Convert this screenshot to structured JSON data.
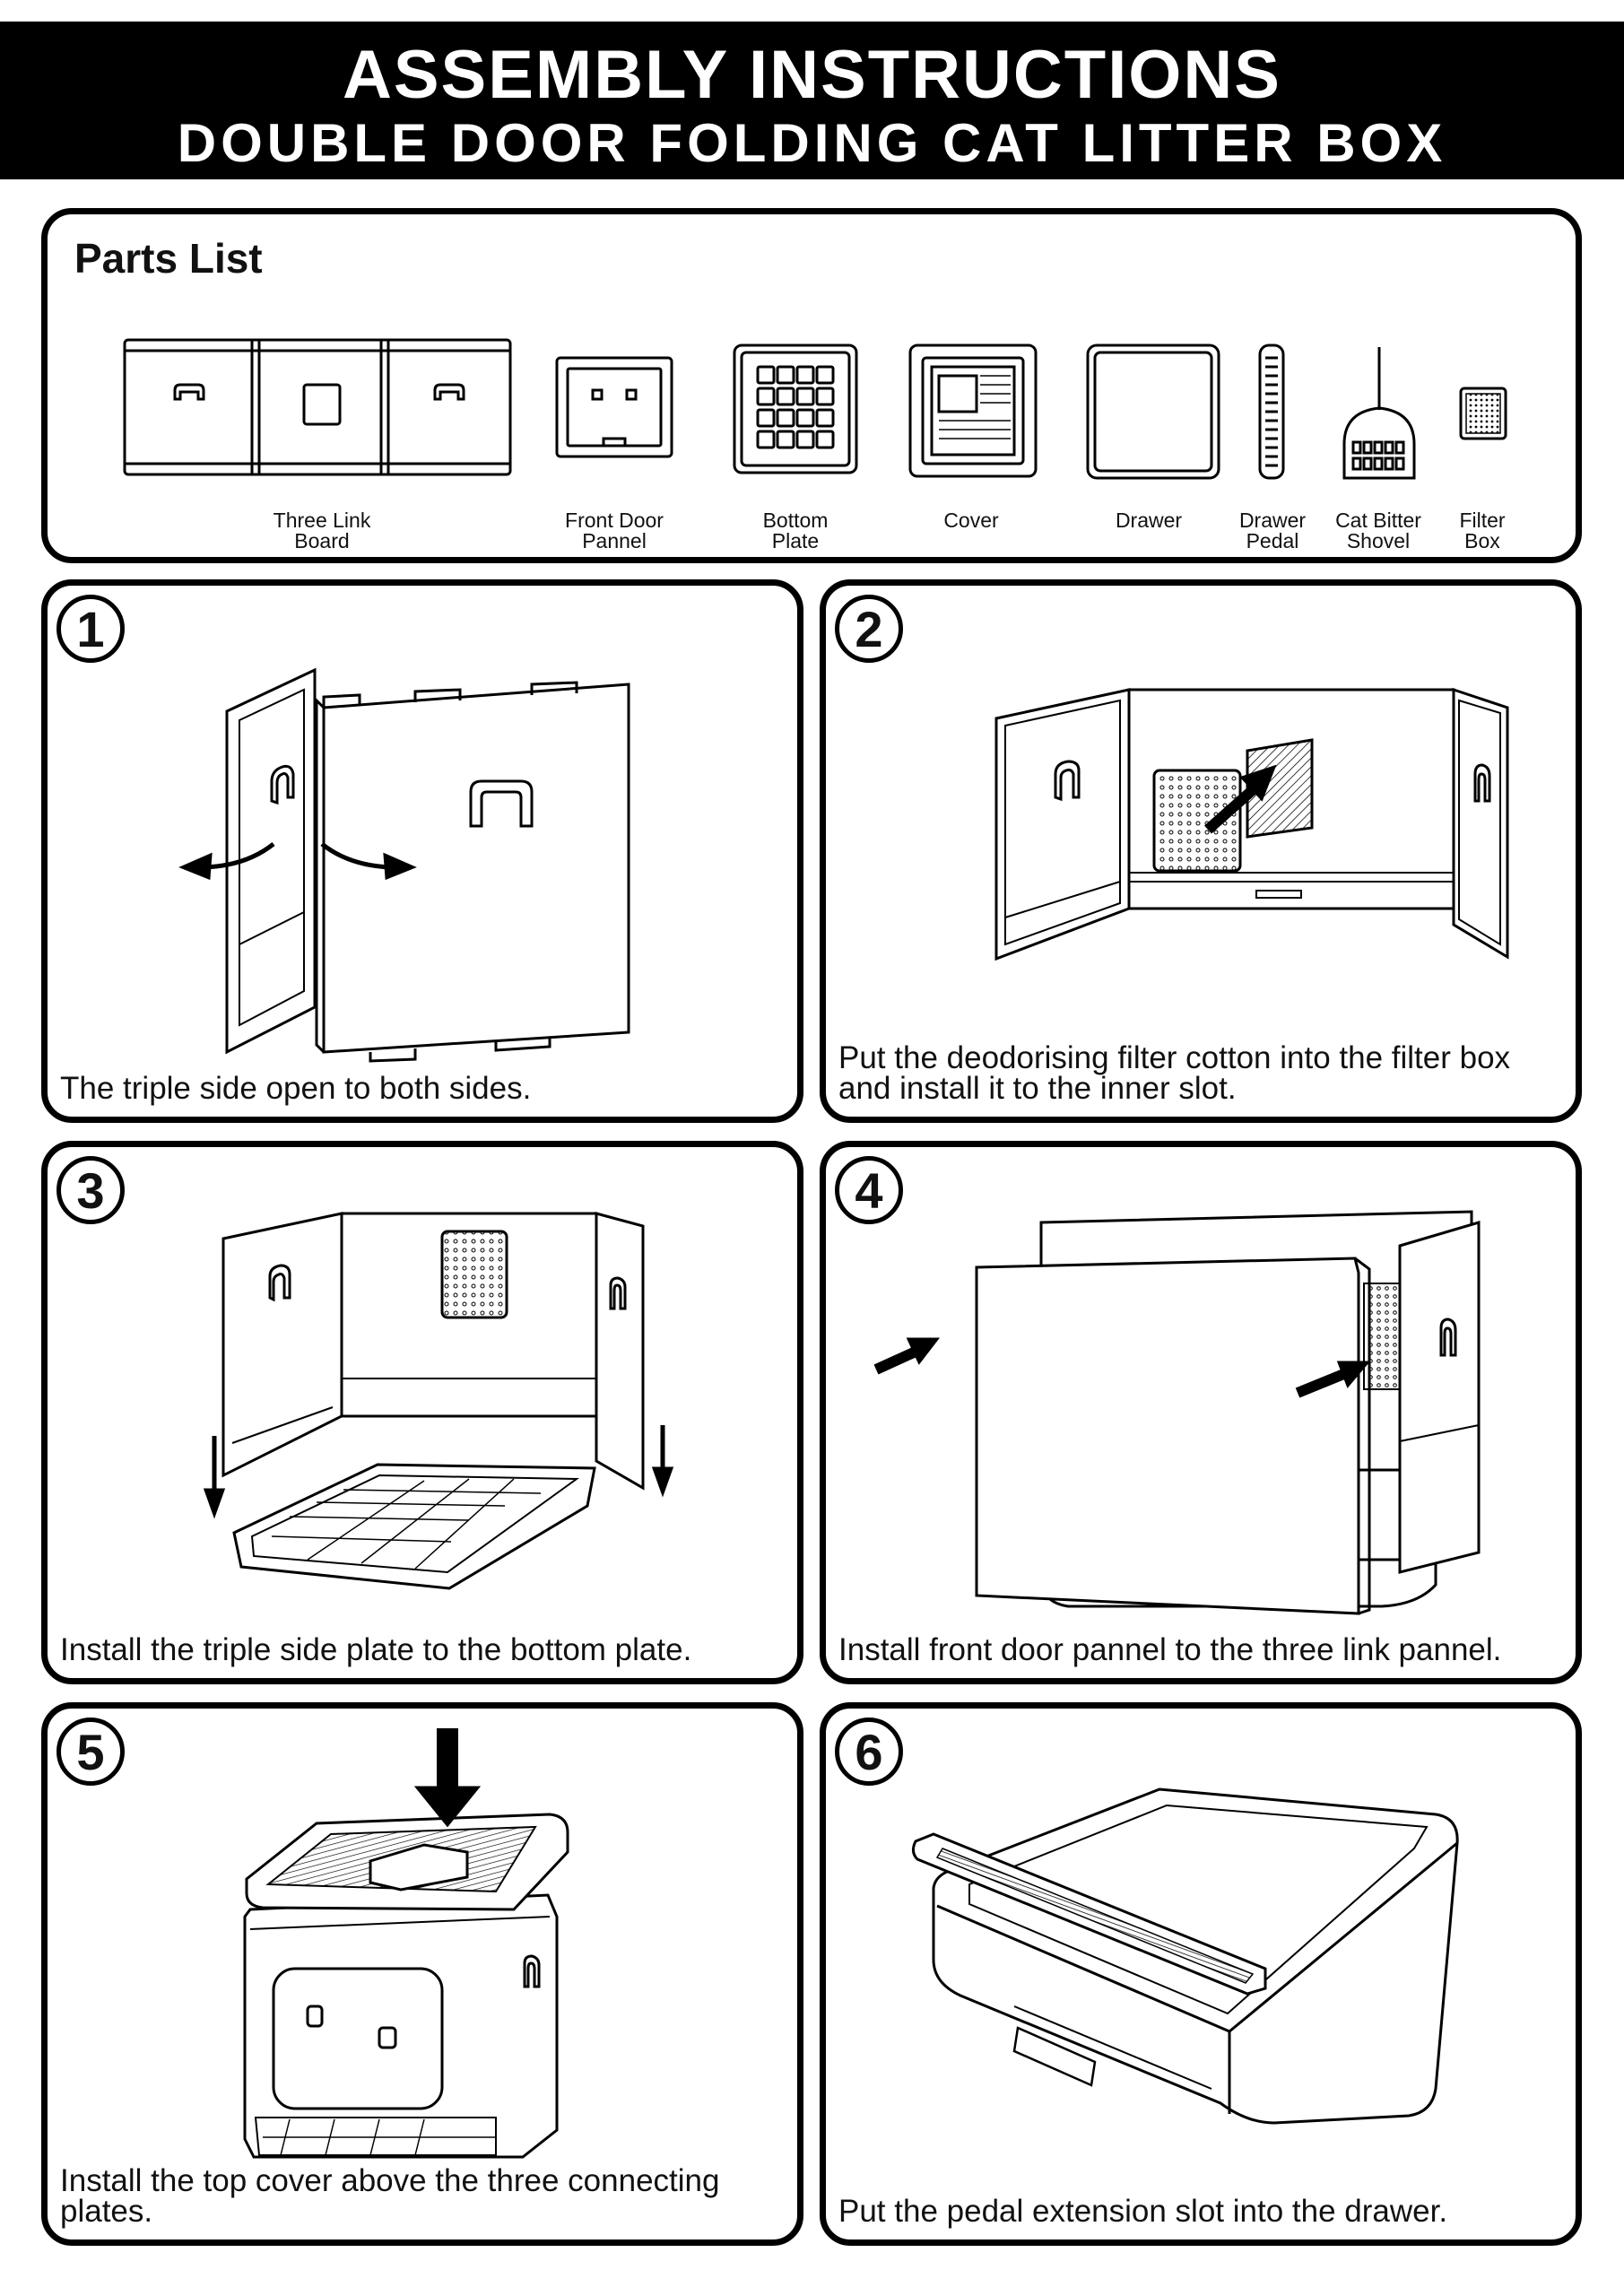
{
  "header": {
    "title": "ASSEMBLY INSTRUCTIONS",
    "subtitle": "DOUBLE DOOR FOLDING CAT LITTER BOX"
  },
  "parts": {
    "title": "Parts List",
    "items": [
      {
        "label": "Three Link\nBoard",
        "icon": "three-link-board-icon"
      },
      {
        "label": "Front Door\nPannel",
        "icon": "front-door-panel-icon"
      },
      {
        "label": "Bottom\nPlate",
        "icon": "bottom-plate-icon"
      },
      {
        "label": "Cover",
        "icon": "cover-icon"
      },
      {
        "label": "Drawer",
        "icon": "drawer-icon"
      },
      {
        "label": "Drawer\nPedal",
        "icon": "drawer-pedal-icon"
      },
      {
        "label": "Cat Bitter\nShovel",
        "icon": "shovel-icon"
      },
      {
        "label": "Filter\nBox",
        "icon": "filter-box-icon"
      }
    ]
  },
  "steps": [
    {
      "number": "1",
      "caption": "The triple side open to both sides."
    },
    {
      "number": "2",
      "caption": "Put the deodorising filter cotton into the filter box and install it to the inner slot."
    },
    {
      "number": "3",
      "caption": "Install the triple side plate to the bottom plate."
    },
    {
      "number": "4",
      "caption": "Install front door pannel to the three link pannel."
    },
    {
      "number": "5",
      "caption": "Install the top cover above the three connecting plates."
    },
    {
      "number": "6",
      "caption": "Put the pedal extension slot into the drawer."
    }
  ]
}
